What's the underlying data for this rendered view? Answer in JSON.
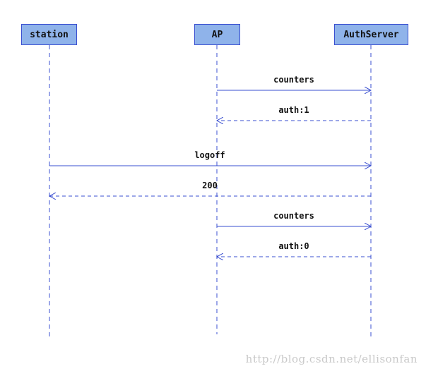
{
  "actors": {
    "station": "station",
    "ap": "AP",
    "auth": "AuthServer"
  },
  "messages": [
    {
      "label": "counters",
      "from": "ap",
      "to": "auth",
      "style": "solid"
    },
    {
      "label": "auth:1",
      "from": "auth",
      "to": "ap",
      "style": "dashed"
    },
    {
      "label": "logoff",
      "from": "station",
      "to": "auth",
      "style": "solid"
    },
    {
      "label": "200",
      "from": "auth",
      "to": "station",
      "style": "dashed"
    },
    {
      "label": "counters",
      "from": "ap",
      "to": "auth",
      "style": "solid"
    },
    {
      "label": "auth:0",
      "from": "auth",
      "to": "ap",
      "style": "dashed"
    }
  ],
  "watermark": "http://blog.csdn.net/ellisonfan",
  "colors": {
    "actor_fill": "#8fb3ea",
    "line": "#3a4fd0"
  }
}
